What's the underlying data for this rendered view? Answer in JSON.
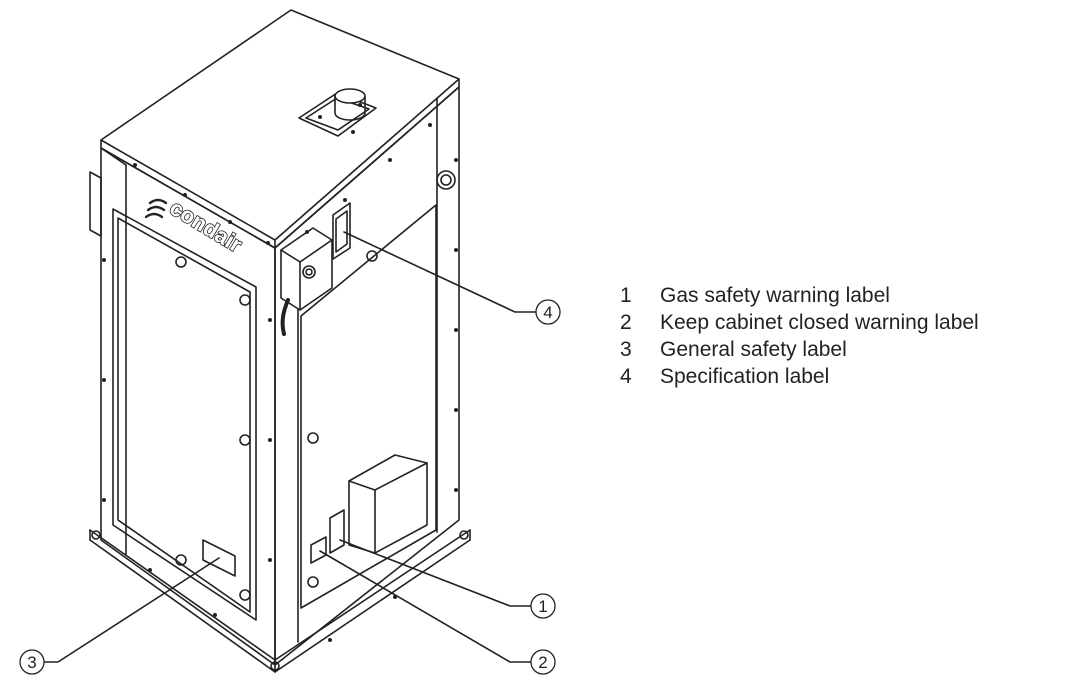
{
  "brand": "condair",
  "callouts": [
    {
      "num": "1",
      "label": "Gas safety warning label"
    },
    {
      "num": "2",
      "label": "Keep cabinet closed warning label"
    },
    {
      "num": "3",
      "label": "General safety label"
    },
    {
      "num": "4",
      "label": "Specification label"
    }
  ],
  "colors": {
    "line": "#222222",
    "background": "#ffffff"
  }
}
